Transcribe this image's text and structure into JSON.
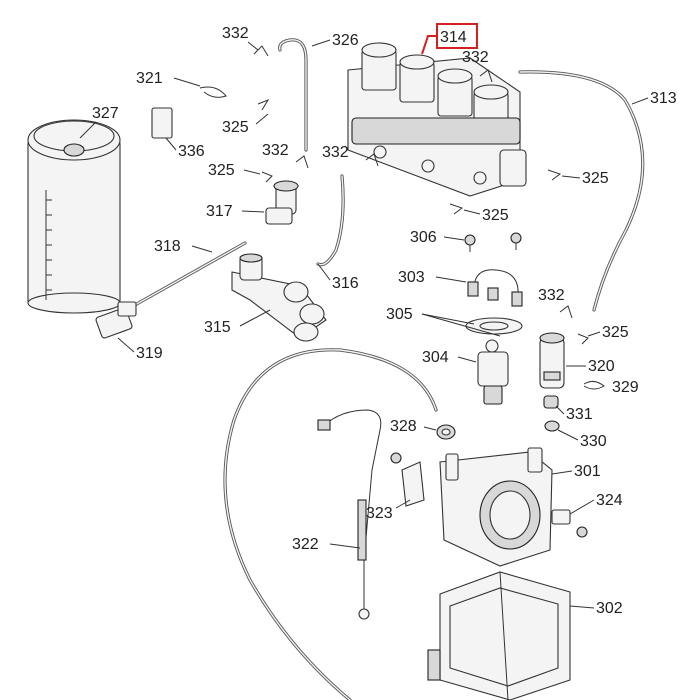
{
  "diagram": {
    "highlight_color": "#d42020",
    "highlighted_part": "314",
    "callouts": {
      "p301": "301",
      "p302": "302",
      "p303": "303",
      "p304": "304",
      "p305": "305",
      "p306": "306",
      "p313": "313",
      "p314": "314",
      "p315": "315",
      "p316": "316",
      "p317": "317",
      "p318": "318",
      "p319": "319",
      "p320": "320",
      "p321": "321",
      "p322": "322",
      "p323": "323",
      "p324": "324",
      "p325a": "325",
      "p325b": "325",
      "p325c": "325",
      "p325d": "325",
      "p325e": "325",
      "p326": "326",
      "p327": "327",
      "p328": "328",
      "p329": "329",
      "p330": "330",
      "p331": "331",
      "p332a": "332",
      "p332b": "332",
      "p332c": "332",
      "p332d": "332",
      "p332e": "332",
      "p336": "336"
    }
  }
}
